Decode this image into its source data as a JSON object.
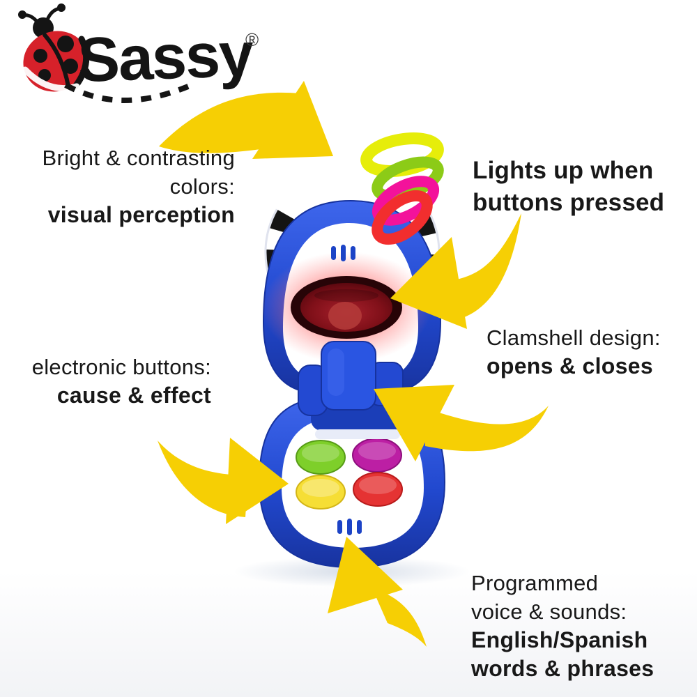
{
  "logo": {
    "brand": "Sassy",
    "registered": "®"
  },
  "annotations": {
    "bright_colors": {
      "line1": "Bright & contrasting",
      "line2": "colors:",
      "emphasis": "visual perception"
    },
    "lights_up": {
      "line1": "Lights up when",
      "line2": "buttons pressed"
    },
    "clamshell": {
      "line1": "Clamshell design:",
      "emphasis": "opens & closes"
    },
    "electronic_buttons": {
      "line1": "electronic buttons:",
      "emphasis": "cause & effect"
    },
    "voice_sounds": {
      "line1": "Programmed",
      "line2": "voice & sounds:",
      "emphasis1": "English/Spanish",
      "emphasis2": "words & phrases"
    }
  },
  "product": {
    "description": "blue clamshell baby toy phone with hanging rings",
    "colors": {
      "shell_blue": "#2148CE",
      "arrow_yellow": "#F6CF04",
      "screen_red": "#8A1219",
      "button_green": "#7ECF2A",
      "button_magenta": "#BC1FA4",
      "button_yellow": "#F6DE35",
      "button_red": "#E53333",
      "ring_yellow": "#E6ED0A",
      "ring_green": "#8CCB17",
      "ring_pink": "#F3129B",
      "ring_red": "#F22E2E",
      "logo_red": "#D6212A",
      "text_black": "#181818"
    }
  }
}
